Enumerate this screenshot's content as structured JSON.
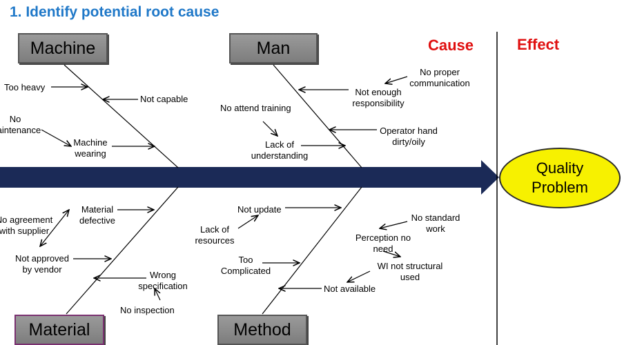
{
  "title": "1. Identify potential root cause",
  "headers": {
    "cause": "Cause",
    "effect": "Effect"
  },
  "categories": {
    "machine": "Machine",
    "man": "Man",
    "material": "Material",
    "method": "Method"
  },
  "effect": {
    "line1": "Quality",
    "line2": "Problem"
  },
  "causes": {
    "machine": {
      "too_heavy": "Too heavy",
      "not_capable": "Not capable",
      "no_maintenance_1": "No",
      "no_maintenance_2": "maintenance",
      "machine_wearing_1": "Machine",
      "machine_wearing_2": "wearing"
    },
    "man": {
      "no_proper_comm_1": "No proper",
      "no_proper_comm_2": "communication",
      "not_enough_resp_1": "Not enough",
      "not_enough_resp_2": "responsibility",
      "no_attend_training": "No attend training",
      "operator_hand_1": "Operator hand",
      "operator_hand_2": "dirty/oily",
      "lack_understanding_1": "Lack of",
      "lack_understanding_2": "understanding"
    },
    "material": {
      "no_agreement_1": "No agreement",
      "no_agreement_2": "with  supplier",
      "material_defective_1": "Material",
      "material_defective_2": "defective",
      "not_approved_1": "Not approved",
      "not_approved_2": "by vendor",
      "wrong_spec_1": "Wrong",
      "wrong_spec_2": "specification",
      "no_inspection": "No inspection"
    },
    "method": {
      "not_update": "Not update",
      "lack_resources_1": "Lack of",
      "lack_resources_2": "resources",
      "no_standard_work_1": "No standard",
      "no_standard_work_2": "work",
      "perception_1": "Perception no",
      "perception_2": "need",
      "too_complicated_1": "Too",
      "too_complicated_2": "Complicated",
      "wi_not_structural_1": "WI not structural",
      "wi_not_structural_2": "used",
      "not_available": "Not available"
    }
  },
  "colors": {
    "title": "#1f78c8",
    "cause_effect_headers": "#e01010",
    "spine": "#1b2a57",
    "effect_fill": "#f7f100",
    "category_box": "#8c8c8c"
  }
}
